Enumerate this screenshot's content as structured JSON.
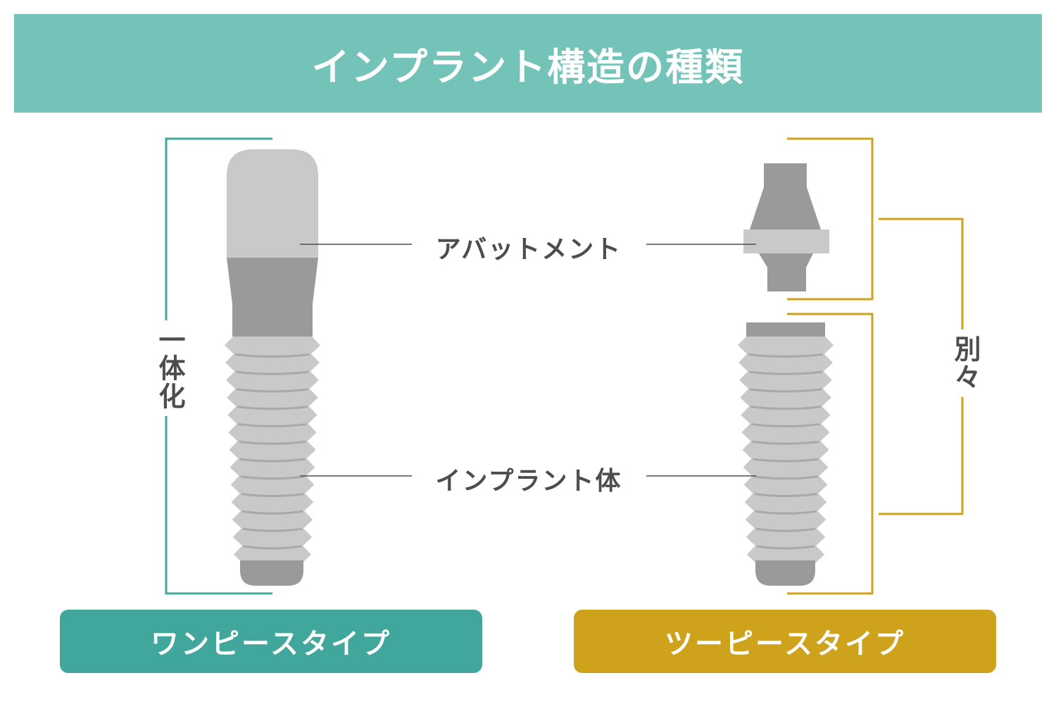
{
  "title": "インプラント構造の種類",
  "labels": {
    "abutment": "アバットメント",
    "implant_body": "インプラント体",
    "integrated": "一体化",
    "separate": "別々"
  },
  "types": {
    "one_piece": "ワンピースタイプ",
    "two_piece": "ツーピースタイプ"
  },
  "colors": {
    "header": "#74c3b9",
    "one_piece": "#41a79c",
    "two_piece": "#cfa21c",
    "metal_light": "#c9c9c9",
    "metal_dark": "#9a9a9a",
    "thread_line": "#a9a9a9"
  }
}
